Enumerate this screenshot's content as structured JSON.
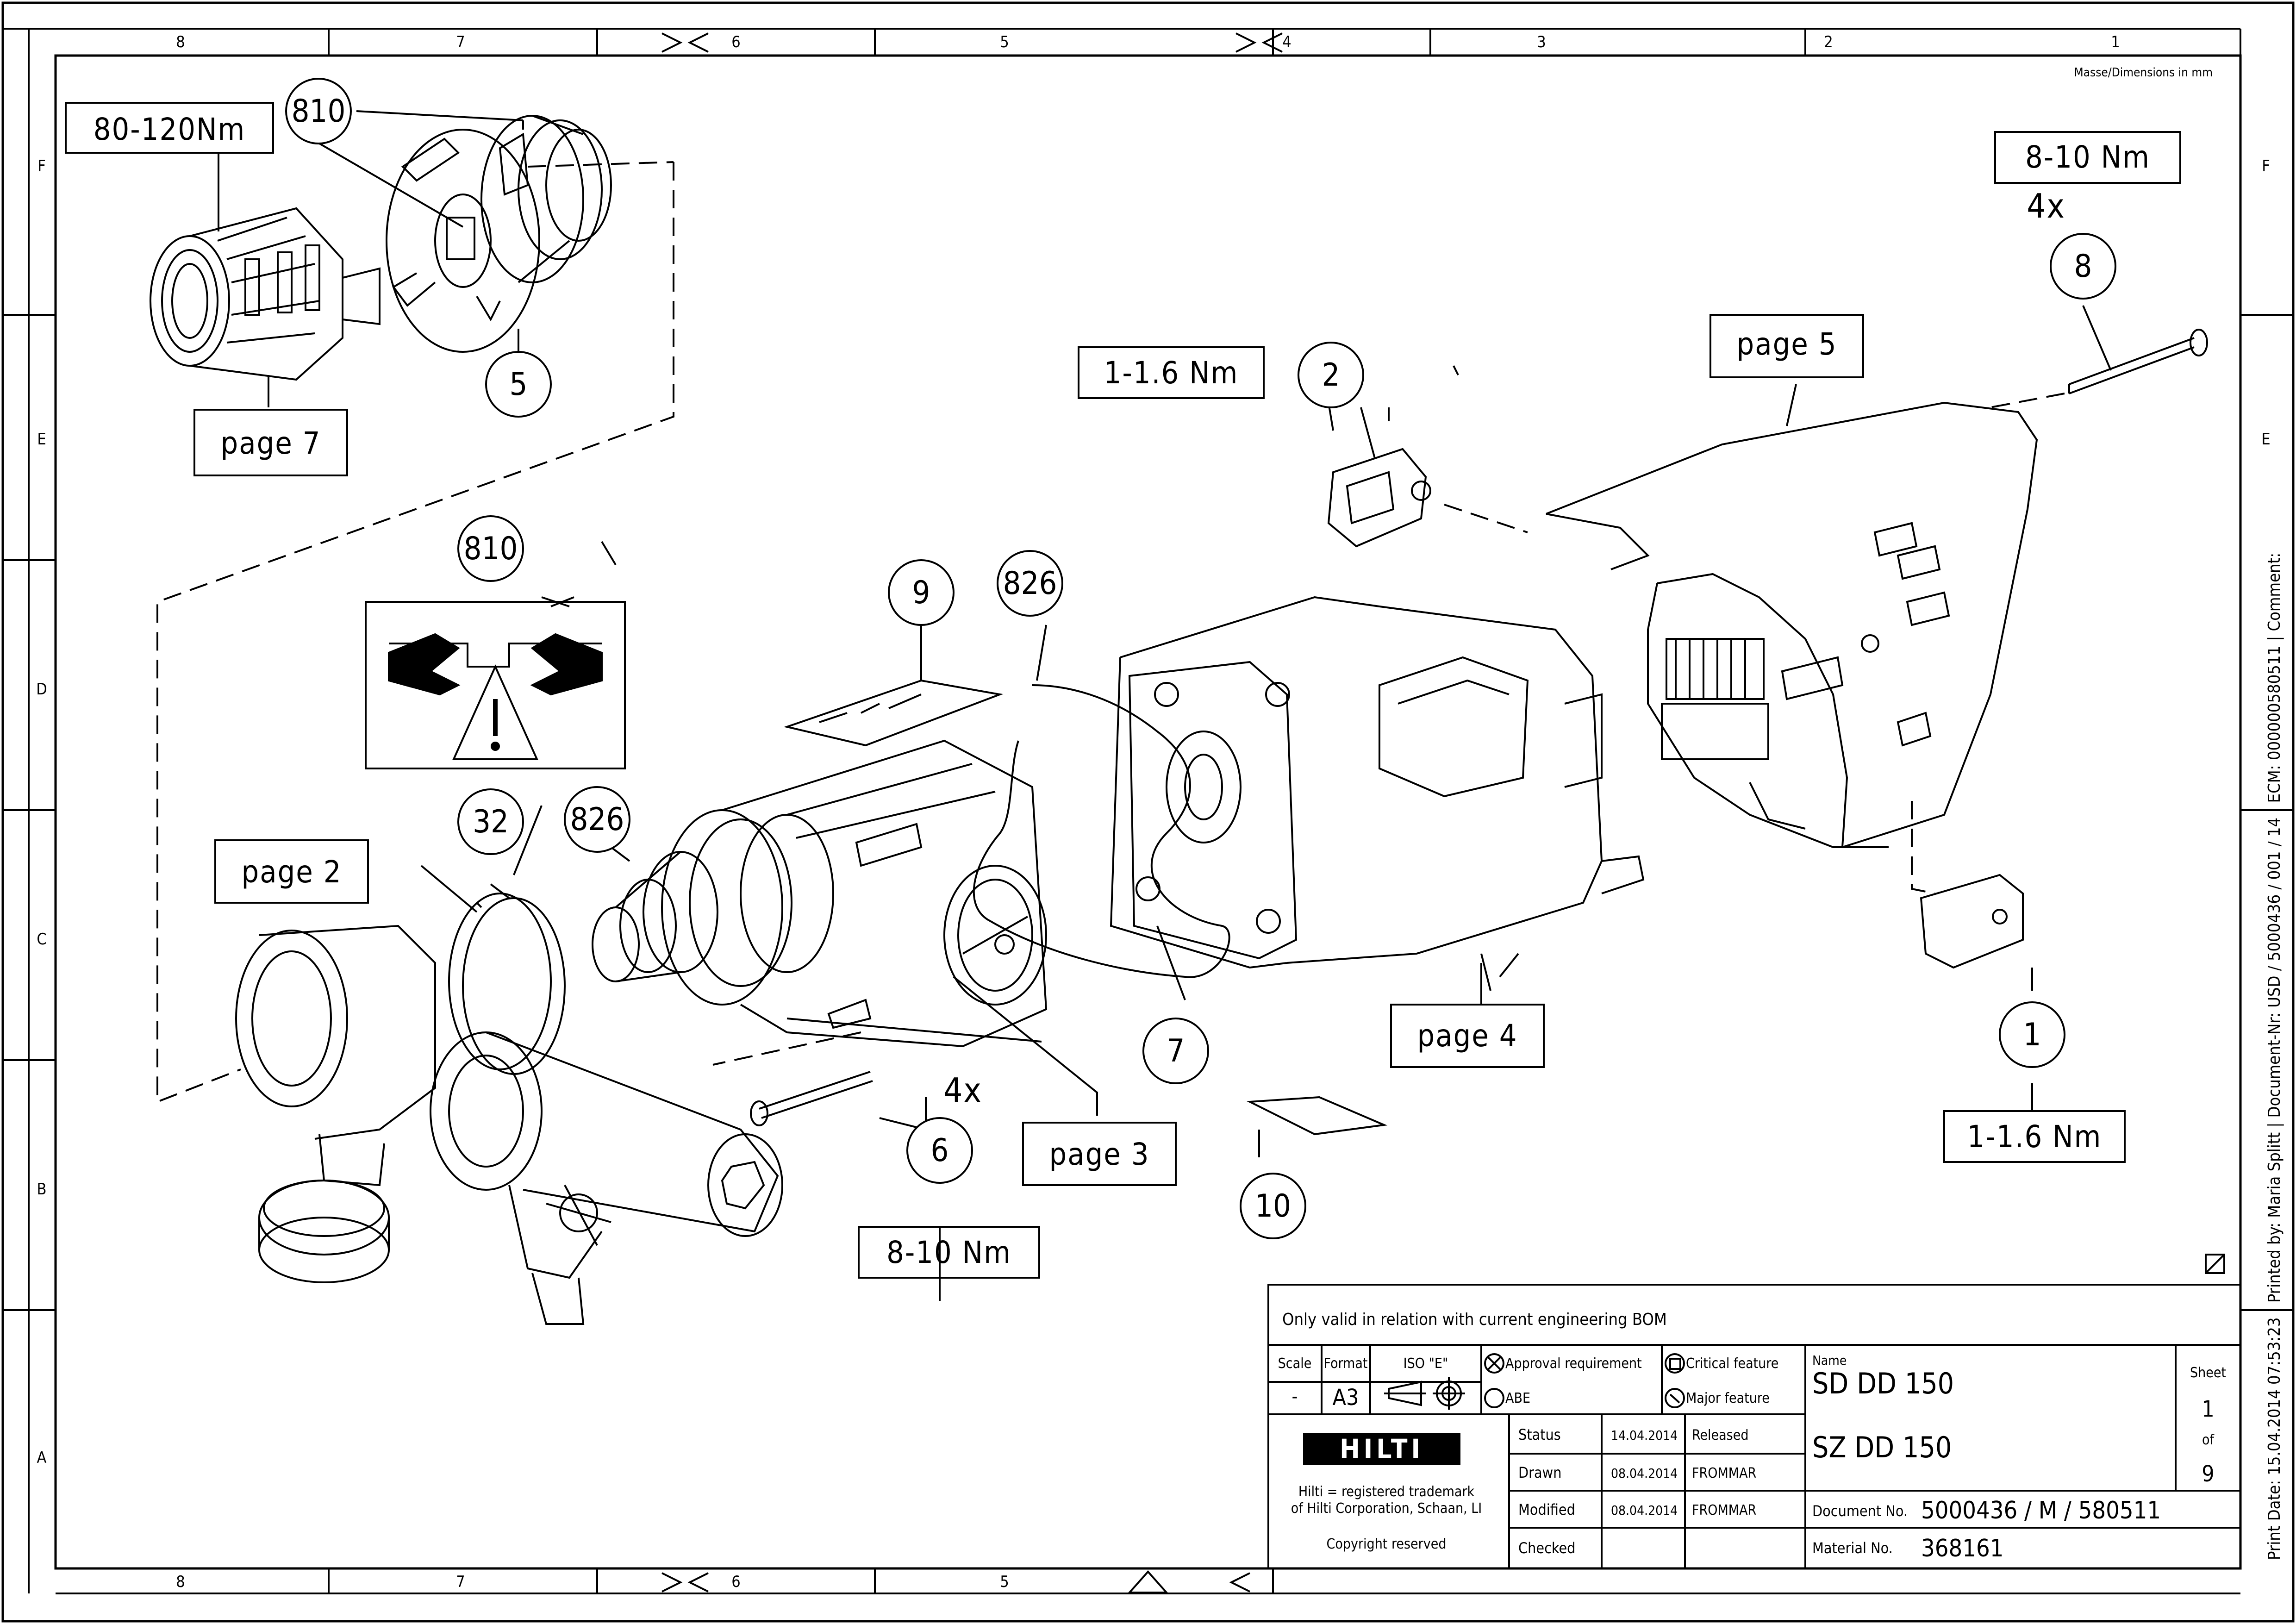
{
  "dimensions_note": "Masse/Dimensions in mm",
  "frame": {
    "columns": [
      "8",
      "7",
      "6",
      "5",
      "4",
      "3",
      "2",
      "1"
    ],
    "rows": [
      "F",
      "E",
      "D",
      "C",
      "B",
      "A"
    ]
  },
  "side_note": "Print Date: 15.04.2014 07:53:23 | Printed by: Maria Splitt | Document-Nr: USD / 5000436 / 001 / 14 | ECM: 000000580511 | Comment:",
  "callouts": {
    "c810a": "810",
    "c5": "5",
    "c810b": "810",
    "c32": "32",
    "c826a": "826",
    "c9": "9",
    "c826b": "826",
    "c2": "2",
    "c8": "8",
    "c7": "7",
    "c6": "6",
    "c10": "10",
    "c1": "1"
  },
  "labels": {
    "torque_80_120": "80-120Nm",
    "page7": "page 7",
    "page2": "page 2",
    "page3": "page 3",
    "torque_6": "8-10 Nm",
    "torque_2": "1-1.6 Nm",
    "page4": "page 4",
    "page5": "page 5",
    "torque_8": "8-10 Nm",
    "qty_8": "4x",
    "qty_6": "4x",
    "torque_1": "1-1.6 Nm"
  },
  "title_block": {
    "validity": "Only valid in relation with current engineering BOM",
    "scale_label": "Scale",
    "scale_value": "-",
    "format_label": "Format",
    "format_value": "A3",
    "iso_label": "ISO \"E\"",
    "approval": "Approval requirement",
    "abe": "ABE",
    "critical": "Critical feature",
    "major": "Major feature",
    "name_label": "Name",
    "name1": "SD DD 150",
    "name2": "SZ DD 150",
    "sheet_label": "Sheet",
    "sheet_no": "1",
    "of_label": "of",
    "sheet_total": "9",
    "logo": "HILTI",
    "trademark1": "Hilti = registered trademark",
    "trademark2": "of Hilti Corporation, Schaan, LI",
    "copyright": "Copyright reserved",
    "rows": [
      {
        "label": "Status",
        "date": "14.04.2014",
        "value": "Released"
      },
      {
        "label": "Drawn",
        "date": "08.04.2014",
        "value": "FROMMAR"
      },
      {
        "label": "Modified",
        "date": "08.04.2014",
        "value": "FROMMAR"
      },
      {
        "label": "Checked",
        "date": "",
        "value": ""
      }
    ],
    "doc_label": "Document No.",
    "doc_value": "5000436 / M / 580511",
    "material_label": "Material No.",
    "material_value": "368161"
  }
}
